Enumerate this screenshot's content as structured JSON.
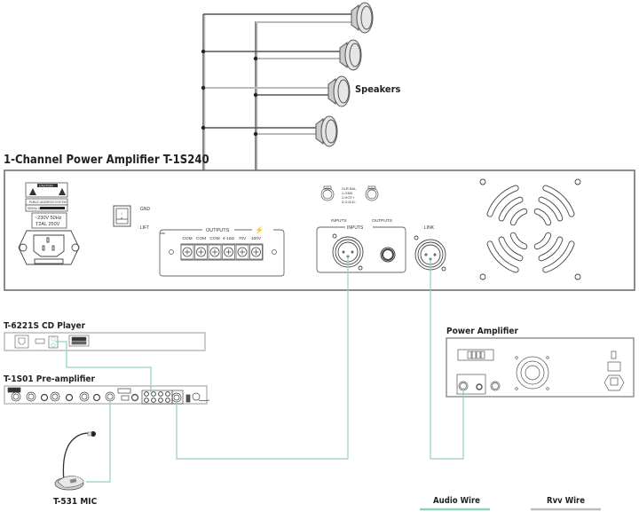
{
  "diagram": {
    "speakers_label": "Speakers",
    "main_amp": {
      "title": "1-Channel Power Amplifier T-1S240",
      "caution_label": "CAUTION",
      "pa_system_label": "PUBLIC ADDRESS SYSTEM",
      "serial_label": "SERIAL NO.",
      "power_rating_line1": "~230V 50Hz",
      "power_rating_line2": "T2AL 250V",
      "ground_switch": {
        "gnd_label": "GND",
        "lift_label": "LIFT"
      },
      "outputs_label": "OUTPUTS",
      "output_terminals": [
        "COM",
        "COM",
        "COM",
        "4-16Ω",
        "70V",
        "100V"
      ],
      "xlr_legend": [
        "XLR BAL",
        "1-GND",
        "2-HOT+",
        "3-COLD-"
      ],
      "inputs_label": "INPUTS",
      "inputs_group_label": "INPUTS",
      "outputs_group_label": "OUTPUTS",
      "link_label": "LINK"
    },
    "cd_player": {
      "title": "T-6221S CD Player"
    },
    "preamp": {
      "title": "T-1S01 Pre-amplifier"
    },
    "mic": {
      "title": "T-531 MIC"
    },
    "secondary_amp": {
      "title": "Power Amplifier"
    },
    "legend": {
      "audio_wire_label": "Audio Wire",
      "rvv_wire_label": "Rvv Wire",
      "audio_wire_color": "#8fd3b6",
      "rvv_wire_color": "#bdbdbd"
    }
  }
}
